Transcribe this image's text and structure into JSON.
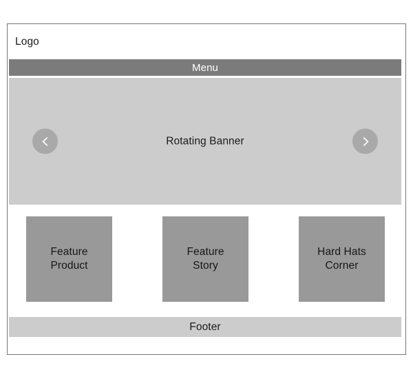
{
  "page": {
    "logo_label": "Logo",
    "frame_border_color": "#767676",
    "background_color": "#ffffff"
  },
  "menu": {
    "label": "Menu",
    "background_color": "#7b7b7b",
    "text_color": "#ffffff"
  },
  "banner": {
    "label": "Rotating Banner",
    "background_color": "#cccccc",
    "prev_icon": "chevron-left-icon",
    "next_icon": "chevron-right-icon",
    "arrow_background_color": "#a9a9a9",
    "arrow_icon_color": "#ffffff"
  },
  "features": {
    "background_color": "#999999",
    "items": [
      {
        "label": "Feature\nProduct"
      },
      {
        "label": "Feature\nStory"
      },
      {
        "label": "Hard Hats\nCorner"
      }
    ]
  },
  "footer": {
    "label": "Footer",
    "background_color": "#cccccc",
    "text_color": "#1a1a1a"
  }
}
